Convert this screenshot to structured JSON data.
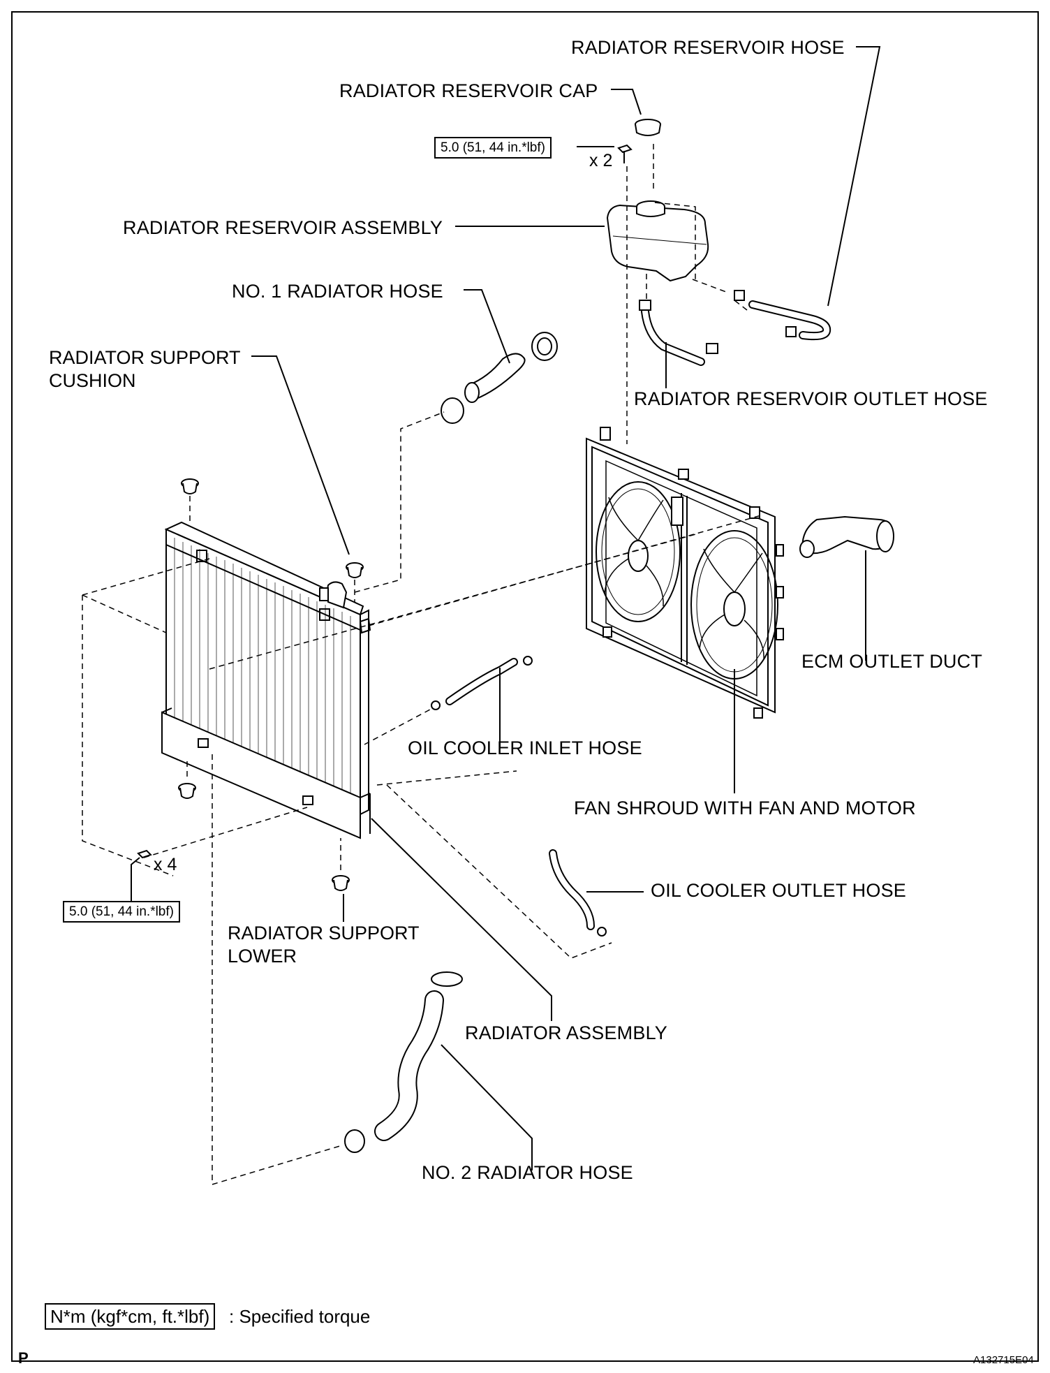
{
  "labels": {
    "reservoir_hose": "RADIATOR RESERVOIR HOSE",
    "reservoir_cap": "RADIATOR RESERVOIR CAP",
    "reservoir_assembly": "RADIATOR RESERVOIR ASSEMBLY",
    "no1_hose": "NO. 1 RADIATOR HOSE",
    "support_cushion_l1": "RADIATOR SUPPORT",
    "support_cushion_l2": "CUSHION",
    "reservoir_outlet_hose": "RADIATOR RESERVOIR OUTLET HOSE",
    "ecm_outlet_duct": "ECM OUTLET DUCT",
    "oil_cooler_inlet": "OIL COOLER INLET HOSE",
    "fan_shroud": "FAN SHROUD WITH FAN AND MOTOR",
    "oil_cooler_outlet": "OIL COOLER OUTLET HOSE",
    "support_lower_l1": "RADIATOR SUPPORT",
    "support_lower_l2": "LOWER",
    "radiator_assembly": "RADIATOR ASSEMBLY",
    "no2_hose": "NO. 2 RADIATOR HOSE"
  },
  "torque": {
    "reservoir_bolt": "5.0 (51, 44 in.*lbf)",
    "reservoir_qty": "x 2",
    "radiator_bolt": "5.0 (51, 44 in.*lbf)",
    "radiator_qty": "x 4"
  },
  "legend": {
    "box": "N*m (kgf*cm, ft.*lbf)",
    "text": ": Specified torque"
  },
  "footer": {
    "corner_letter": "P",
    "figure_code": "A132715E04"
  }
}
